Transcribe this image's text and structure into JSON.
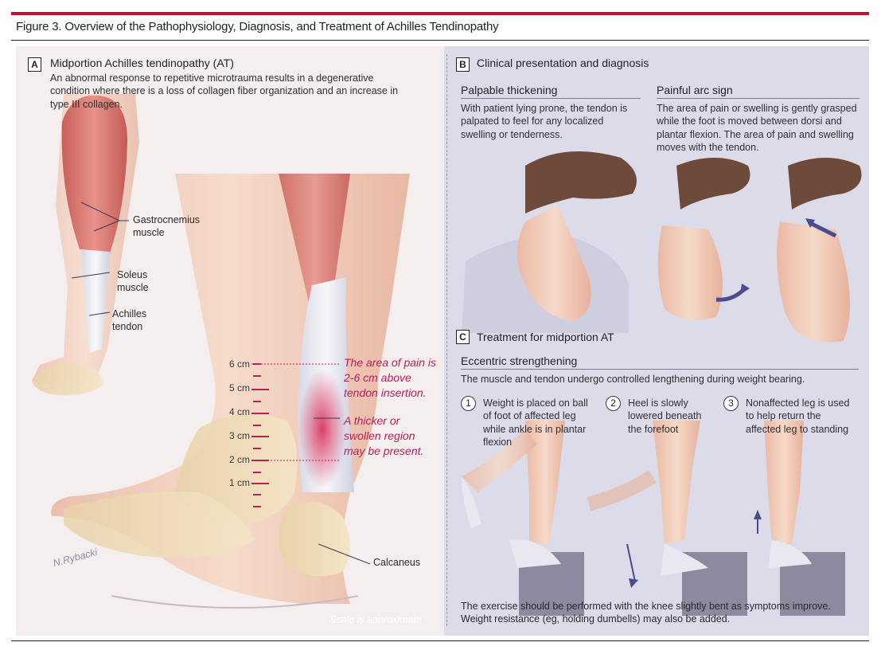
{
  "figure_title": "Figure 3. Overview of the Pathophysiology, Diagnosis, and Treatment of Achilles Tendinopathy",
  "colors": {
    "accent_red": "#c8102e",
    "pink_text": "#b51f5b",
    "panel_bg": "#dcdbe9"
  },
  "panel_a": {
    "letter": "A",
    "title": "Midportion Achilles tendinopathy (AT)",
    "description": "An abnormal response to repetitive microtrauma results in a degenerative condition where there is a loss of collagen fiber organization and an increase in type III collagen.",
    "labels": {
      "gastrocnemius": "Gastrocnemius muscle",
      "soleus": "Soleus muscle",
      "achilles": "Achilles tendon",
      "calcaneus": "Calcaneus"
    },
    "scale_ticks": [
      "6 cm",
      "5 cm",
      "4 cm",
      "3 cm",
      "2 cm",
      "1 cm"
    ],
    "pain_note": "The area of pain is 2-6 cm above tendon insertion.",
    "thicker_note": "A thicker or swollen region may be present.",
    "signature": "N.Rybacki",
    "scale_note": "Scale is approximate"
  },
  "panel_b": {
    "letter": "B",
    "title": "Clinical presentation and diagnosis",
    "palpable": {
      "heading": "Palpable thickening",
      "text": "With patient lying prone, the tendon is palpated to feel for any localized swelling or tenderness."
    },
    "painful_arc": {
      "heading": "Painful arc sign",
      "text": "The area of pain or swelling is gently grasped while the foot is moved between dorsi and plantar flexion. The area of pain and swelling moves with the tendon."
    }
  },
  "panel_c": {
    "letter": "C",
    "title": "Treatment for midportion AT",
    "subheading": "Eccentric strengthening",
    "intro": "The muscle and tendon undergo controlled lengthening during weight bearing.",
    "steps": [
      {
        "num": "1",
        "text": "Weight is placed on ball of foot of affected leg while ankle is in plantar flexion"
      },
      {
        "num": "2",
        "text": "Heel is slowly lowered beneath the forefoot"
      },
      {
        "num": "3",
        "text": "Nonaffected leg is used to help return the affected leg to standing"
      }
    ],
    "footer": "The exercise should be performed with the knee slightly bent as symptoms improve. Weight resistance (eg, holding dumbells) may also be added."
  }
}
